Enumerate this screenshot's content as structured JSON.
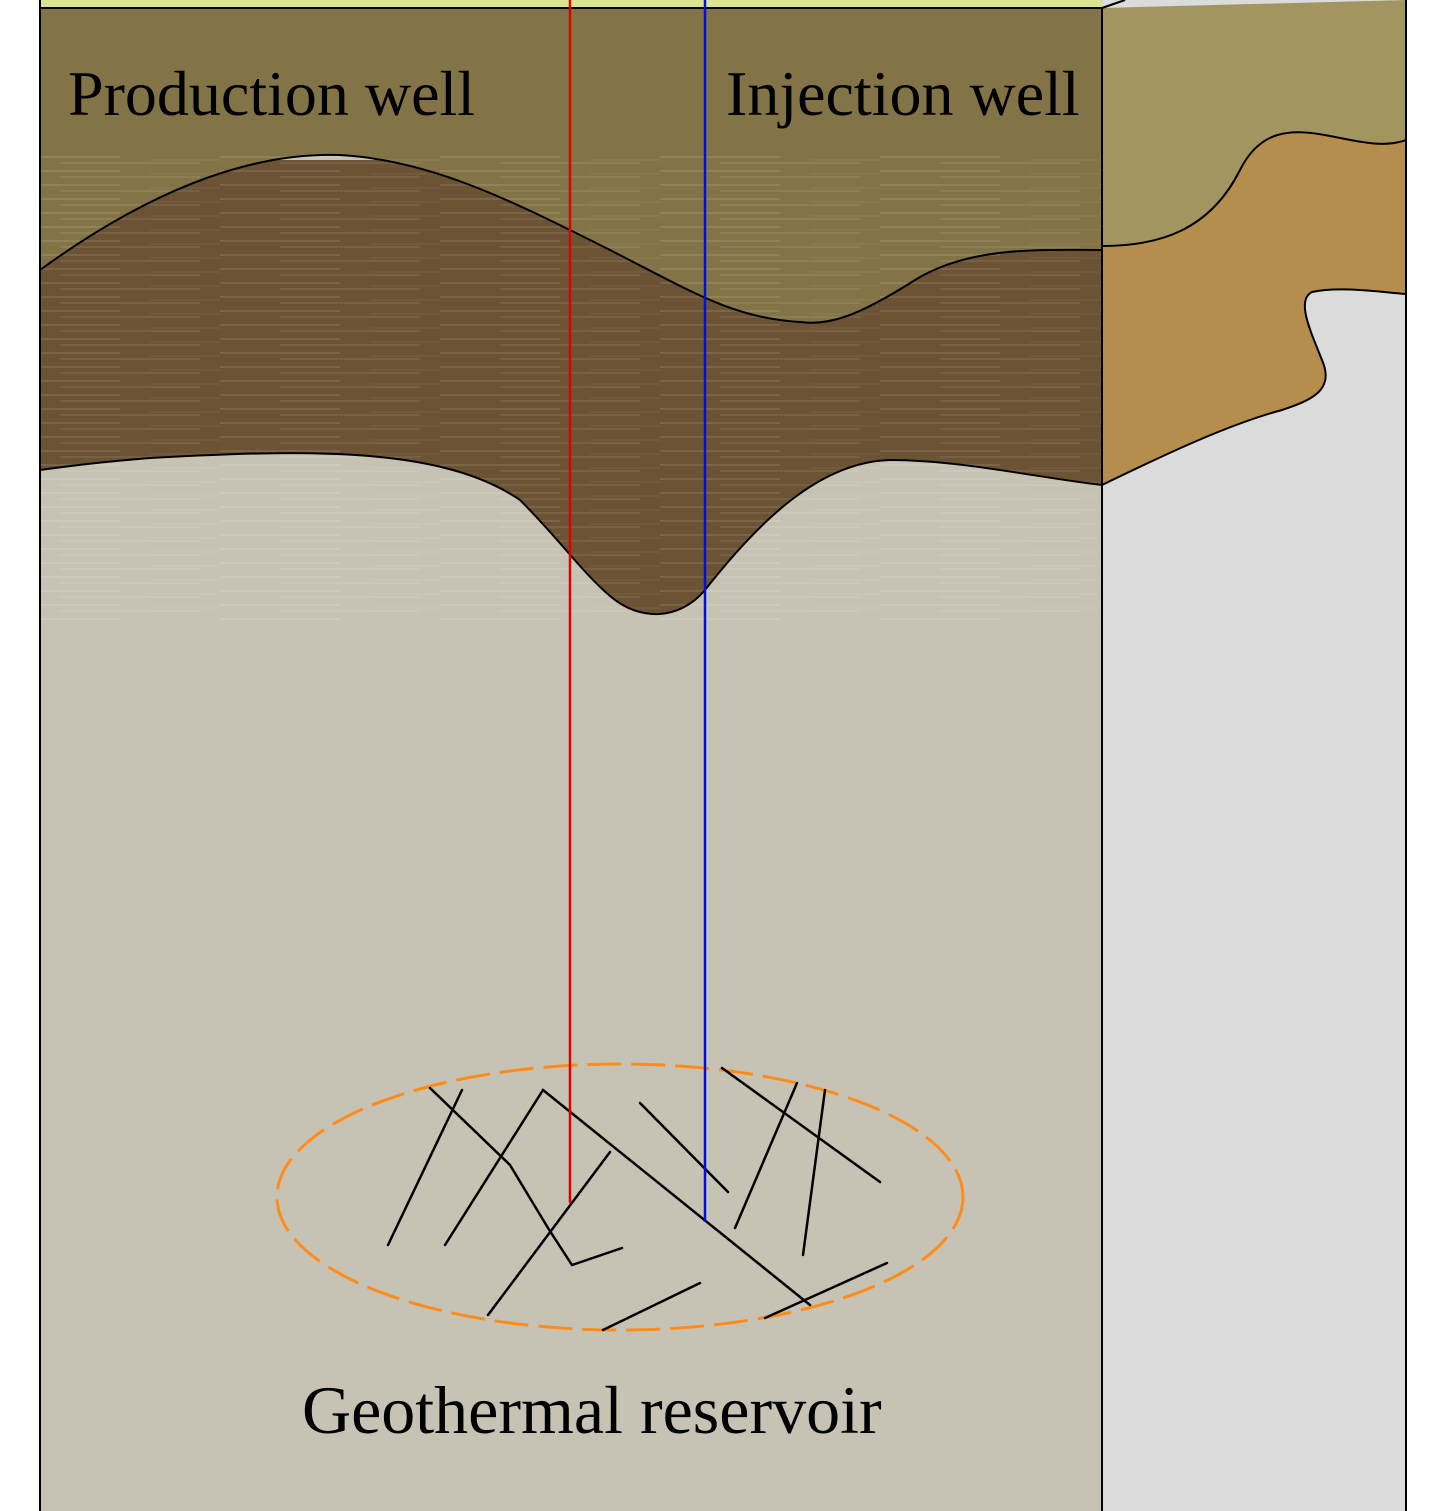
{
  "labels": {
    "production_well": "Production well",
    "injection_well": "Injection well",
    "reservoir": "Geothermal reservoir"
  },
  "colors": {
    "top_surface": "#dbe58f",
    "layer_top": "#837447",
    "layer_top_side": "#a3955f",
    "layer_middle": "#6c5334",
    "layer_middle_side": "#b58d4c",
    "layer_bottom": "#c7c3b4",
    "layer_bottom_side": "#dbdbdb",
    "production_well": "#e00000",
    "injection_well": "#0010e0",
    "reservoir_outline": "#ff8c1a",
    "fracture": "#000000"
  },
  "icons": {
    "production_well": "vertical-red-line",
    "injection_well": "vertical-blue-line",
    "reservoir": "dashed-ellipse",
    "fractures": "black-line-network"
  }
}
